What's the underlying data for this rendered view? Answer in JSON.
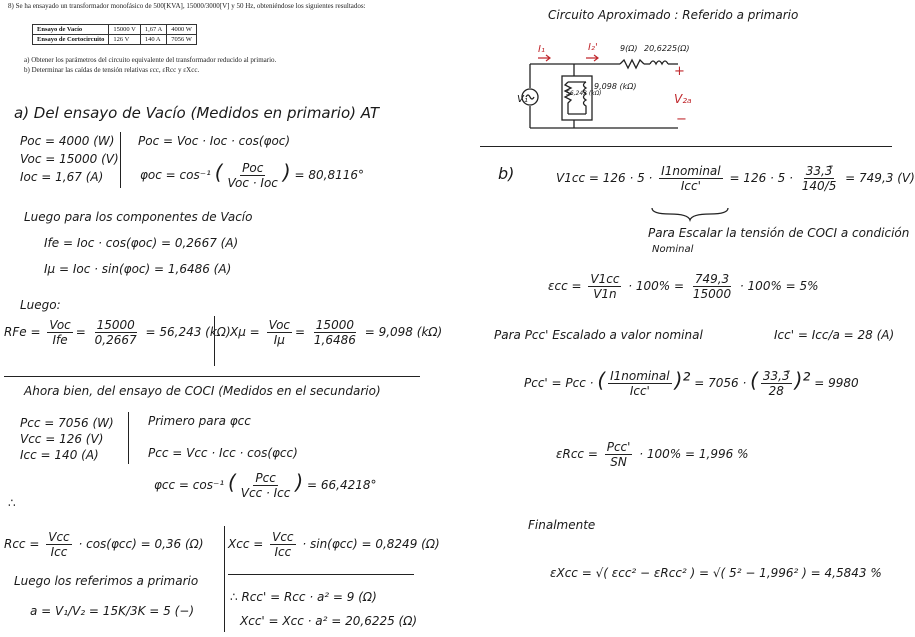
{
  "problem": {
    "statement": "8) Se ha ensayado un transformador monofásico de 500[KVA], 15000/3000[V] y 50 Hz, obteniéndose los siguientes resultados:",
    "table": [
      [
        "Ensayo de Vacío",
        "15000 V",
        "1,67 A",
        "4000 W"
      ],
      [
        "Ensayo de Cortocircuito",
        "126 V",
        "140 A",
        "7056 W"
      ]
    ],
    "item_a": "a)  Obtener los parámetros del circuito equivalente del transformador reducido al primario.",
    "item_b": "b)  Determinar las caídas de tensión relativas εcc, εRcc y εXcc."
  },
  "circuit": {
    "title": "Circuito Aproximado : Referido a primario",
    "i1": "I₁",
    "i2": "I₂'",
    "r_label": "9(Ω)",
    "x_label": "20,6225(Ω)",
    "rfe": "56,243 (kΩ)",
    "xm": "9,098 (kΩ)",
    "v1": "V₁",
    "plus": "+",
    "v2a": "V₂ₐ",
    "minus": "−"
  },
  "section_a": {
    "header": "a)   Del ensayo de Vacío (Medidos en primario) AT",
    "poc": "Poc = 4000 (W)",
    "voc": "Voc = 15000 (V)",
    "ioc": "Ioc = 1,67 (A)",
    "poc_formula": "Poc = Voc · Ioc · cos(φoc)",
    "phi_lhs": "φoc = cos⁻¹",
    "phi_num": "Poc",
    "phi_den": "Voc · Ioc",
    "phi_res": "= 80,8116°",
    "luego": "Luego para los componentes de Vacío",
    "ife": "Ife = Ioc · cos(φoc) = 0,2667 (A)",
    "im": "Iμ = Ioc · sin(φoc) = 1,6486 (A)",
    "luego2": "Luego:",
    "rfe_lhs": "RFe =",
    "rfe_n1": "Voc",
    "rfe_d1": "Ife",
    "rfe_n2": "15000",
    "rfe_d2": "0,2667",
    "rfe_res": "= 56,243 (kΩ)",
    "xm_lhs": "Xμ =",
    "xm_n1": "Voc",
    "xm_d1": "Iμ",
    "xm_n2": "15000",
    "xm_d2": "1,6486",
    "xm_res": "= 9,098 (kΩ)"
  },
  "section_cc": {
    "header": "Ahora bien, del ensayo de COCI (Medidos en el secundario)",
    "pcc": "Pcc = 7056 (W)",
    "vcc": "Vcc = 126 (V)",
    "icc": "Icc = 140 (A)",
    "primero": "Primero para φcc",
    "pcc_formula": "Pcc = Vcc · Icc · cos(φcc)",
    "phi_lhs": "φcc = cos⁻¹",
    "phi_num": "Pcc",
    "phi_den": "Vcc · Icc",
    "phi_res": "= 66,4218°",
    "dots": "∴",
    "rcc_lhs": "Rcc =",
    "rcc_num": "Vcc",
    "rcc_den": "Icc",
    "rcc_res": "· cos(φcc) = 0,36 (Ω)",
    "xcc_lhs": "Xcc =",
    "xcc_num": "Vcc",
    "xcc_den": "Icc",
    "xcc_res": "· sin(φcc) = 0,8249 (Ω)",
    "luego_ref": "Luego los referimos a primario",
    "a_ratio": "a = V₁/V₂ = 15K/3K = 5 (−)",
    "rcc_ref": "∴  Rcc' = Rcc · a² = 9 (Ω)",
    "xcc_ref": "Xcc' = Xcc · a² = 20,6225 (Ω)"
  },
  "section_b": {
    "label": "b)",
    "v1cc_lhs": "V1cc = 126 · 5 ·",
    "v1cc_num": "I1nominal",
    "v1cc_den": "Icc'",
    "v1cc_mid": "= 126 · 5 ·",
    "v1cc_num2": "33,3̄",
    "v1cc_den2": "140/5",
    "v1cc_res": "= 749,3 (V)",
    "note": "Para Escalar la tensión de COCI a condición",
    "note2": "Nominal",
    "ecc_lhs": "εcc =",
    "ecc_num": "V1cc",
    "ecc_den": "V1n",
    "ecc_mid": "· 100% =",
    "ecc_num2": "749,3",
    "ecc_den2": "15000",
    "ecc_res": "· 100% = 5%",
    "pcc_scale": "Para Pcc' Escalado a valor nominal",
    "icc_scaled": "Icc' = Icc/a = 28 (A)",
    "pcc_prime_lhs": "Pcc' = Pcc ·",
    "pcc_prime_mid": "= 7056 ·",
    "pcc_prime_res": "= 9980",
    "erc_lhs": "εRcc =",
    "erc_num": "Pcc'",
    "erc_den": "SN",
    "erc_res": "· 100% = 1,996 %",
    "finalmente": "Finalmente",
    "exc": "εXcc = √( εcc² − εRcc² ) = √( 5² − 1,996² ) = 4,5843 %"
  }
}
